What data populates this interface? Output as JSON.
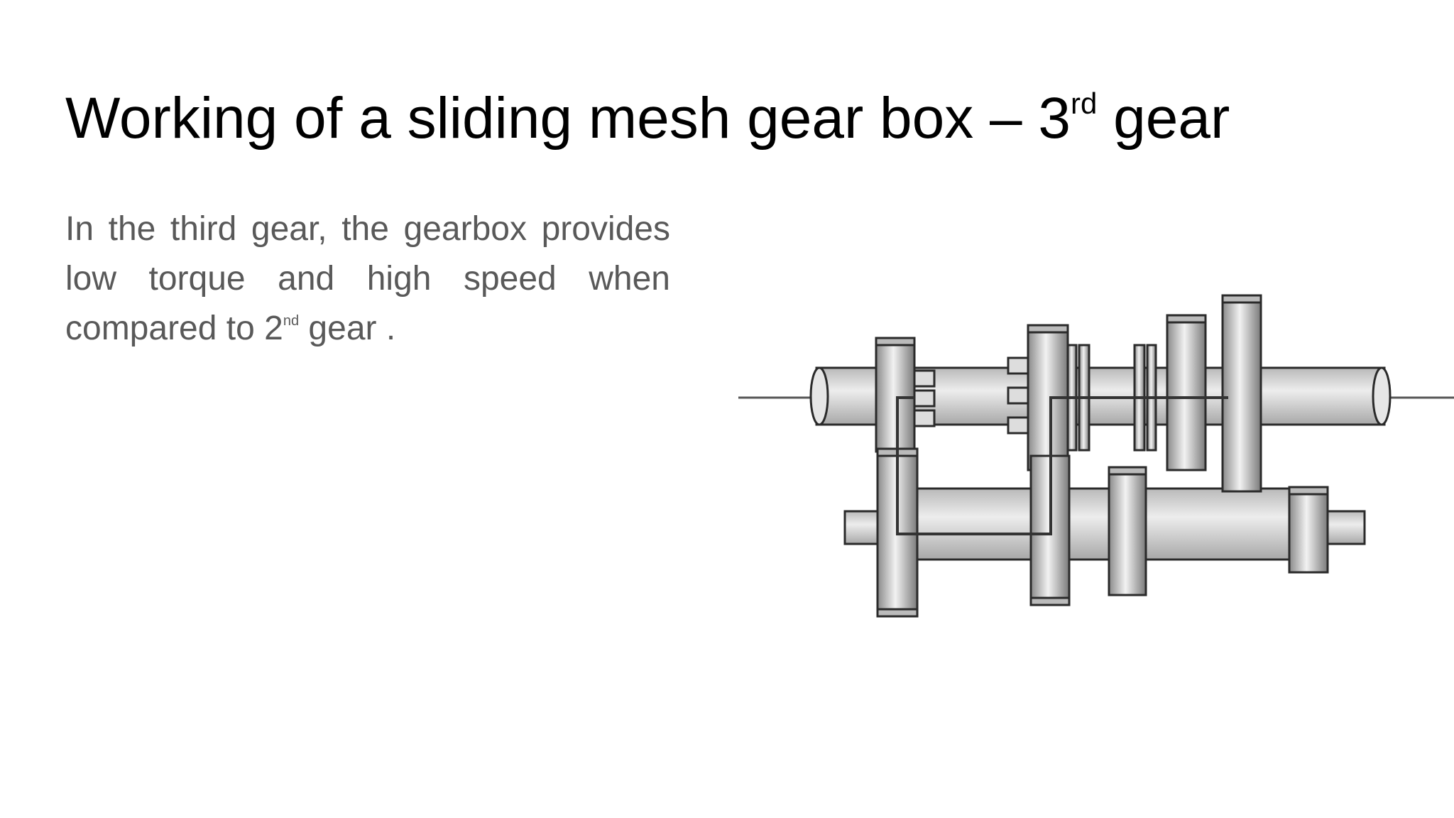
{
  "slide": {
    "title_main": "Working of a sliding mesh gear box – 3",
    "title_sup": "rd",
    "title_end": " gear",
    "body_main": "In the third gear, the gearbox provides low  torque and high speed when compared to 2",
    "body_sup": "nd",
    "body_end": " gear ."
  },
  "diagram": {
    "subject": "sliding mesh gearbox shafts and gears"
  }
}
